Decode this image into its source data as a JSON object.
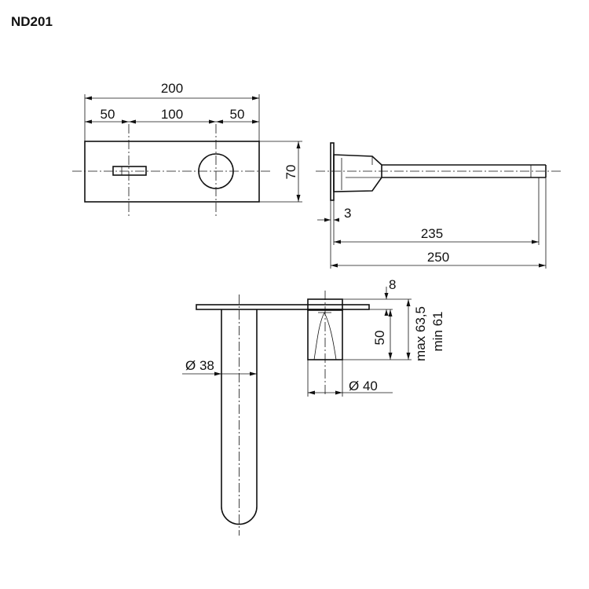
{
  "drawing": {
    "model_code": "ND201",
    "front_view": {
      "overall_width": "200",
      "segment_left": "50",
      "segment_middle": "100",
      "segment_right": "50",
      "height": "70"
    },
    "side_view": {
      "plate_thickness": "3",
      "spout_reach": "235",
      "total_length": "250"
    },
    "section_view": {
      "spout_diameter": "Ø 38",
      "body_diameter": "Ø 40",
      "gap": "8",
      "body_height": "50",
      "max_depth": "max 63,5",
      "min_depth": "min 61"
    }
  }
}
